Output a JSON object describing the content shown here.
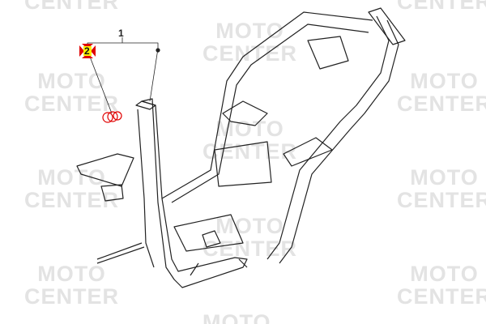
{
  "watermark": {
    "line1": "MOTO",
    "line2": "CENTER"
  },
  "callouts": {
    "assembly": "1",
    "part": "2"
  },
  "colors": {
    "highlight": "#e00000",
    "marker": "#ffee00",
    "watermark": "#e3e3e3"
  }
}
